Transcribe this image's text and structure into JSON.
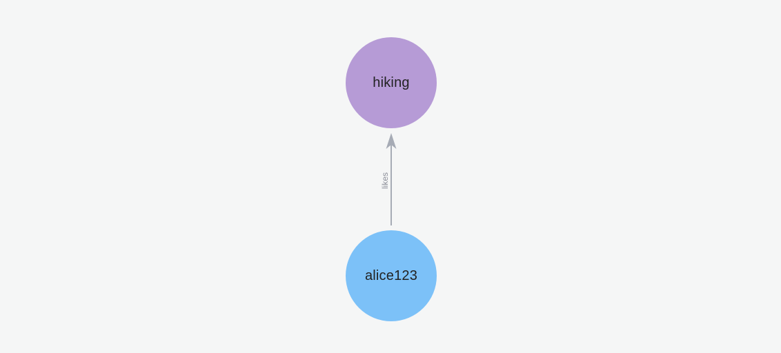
{
  "canvas": {
    "background_color": "#f5f6f6"
  },
  "graph": {
    "nodes": [
      {
        "id": "hiking",
        "label": "hiking",
        "color": "#b69bd6",
        "label_color": "#222222"
      },
      {
        "id": "alice123",
        "label": "alice123",
        "color": "#7cc1f8",
        "label_color": "#222222"
      }
    ],
    "edges": [
      {
        "from": "alice123",
        "to": "hiking",
        "label": "likes",
        "direction": "up",
        "color": "#a6abb5",
        "label_color": "#8d909a"
      }
    ]
  }
}
